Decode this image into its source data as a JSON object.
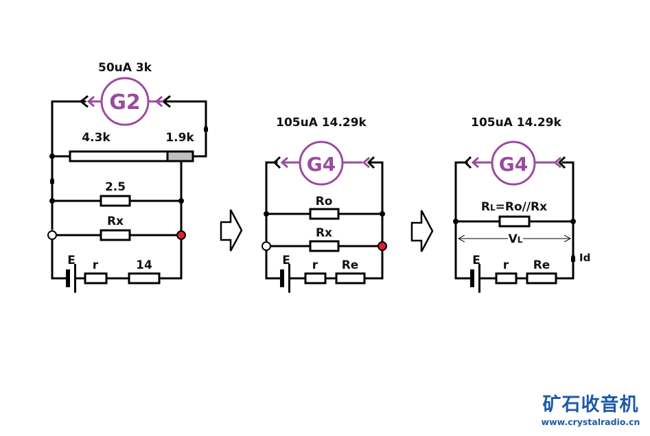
{
  "colors": {
    "wire": "#000000",
    "meter": "#9b4a9f",
    "terminal_positive": "#e3202a",
    "terminal_negative": "#ffffff",
    "pot_wiper": "#c0c0c0",
    "logo": "#1c5aa6"
  },
  "circuit1": {
    "meter_spec": "50uA  3k",
    "meter_label": "G2",
    "pot_left_label": "4.3k",
    "pot_right_label": "1.9k",
    "shunt_label": "2.5",
    "rx_label": "Rx",
    "battery_label": "E",
    "internal_r_label": "r",
    "series_r_label": "14"
  },
  "circuit2": {
    "meter_spec": "105uA 14.29k",
    "meter_label": "G4",
    "ro_label": "Ro",
    "rx_label": "Rx",
    "battery_label": "E",
    "internal_r_label": "r",
    "series_r_label": "Re"
  },
  "circuit3": {
    "meter_spec": "105uA 14.29k",
    "meter_label": "G4",
    "load_label_main": "R",
    "load_label_sub": "L",
    "load_label_rest": "=Ro//Rx",
    "voltage_label_main": "V",
    "voltage_label_sub": "L",
    "current_label": "Id",
    "battery_label": "E",
    "internal_r_label": "r",
    "series_r_label": "Re"
  },
  "arrows": [
    "transform-arrow-1",
    "transform-arrow-2"
  ],
  "logo": {
    "name_cn": "矿石收音机",
    "url": "www.crystalradio.cn"
  }
}
